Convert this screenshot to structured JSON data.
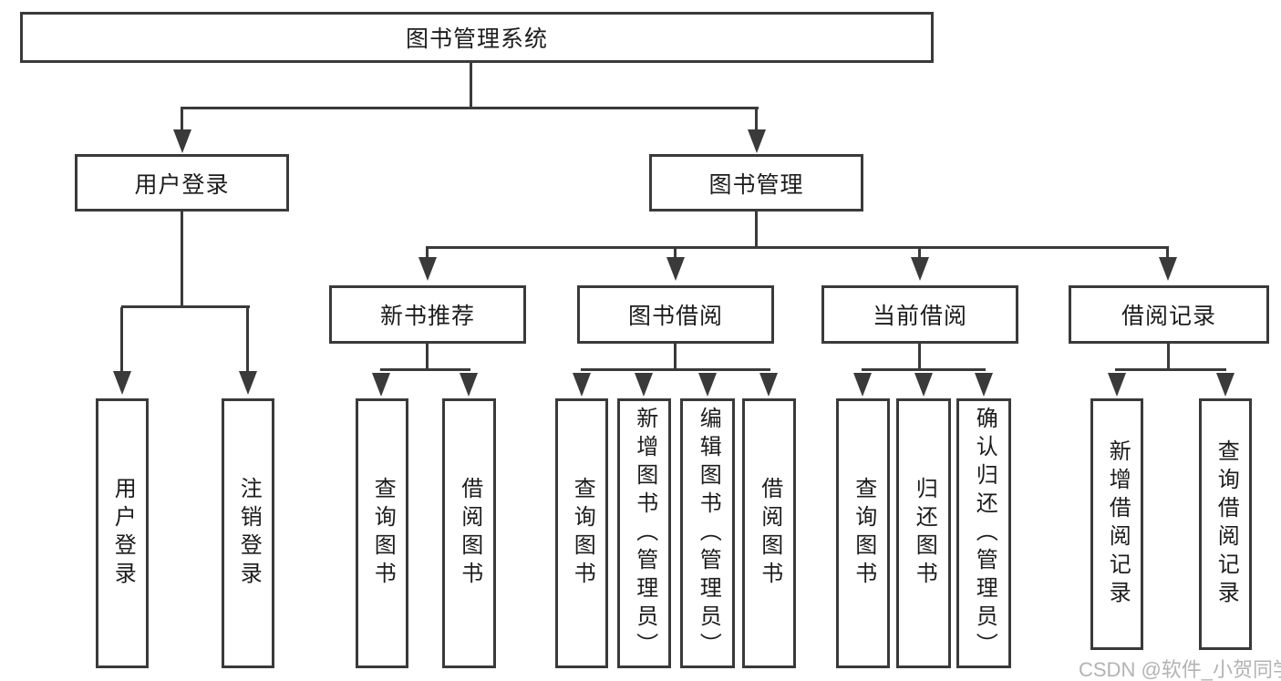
{
  "diagram": {
    "root": {
      "label": "图书管理系统"
    },
    "branches": [
      {
        "label": "用户登录",
        "children": [
          {
            "label": "用户登录"
          },
          {
            "label": "注销登录"
          }
        ]
      },
      {
        "label": "图书管理",
        "children": [
          {
            "label": "新书推荐",
            "children": [
              {
                "label": "查询图书"
              },
              {
                "label": "借阅图书"
              }
            ]
          },
          {
            "label": "图书借阅",
            "children": [
              {
                "label": "查询图书"
              },
              {
                "label": "新增图书（管理员）"
              },
              {
                "label": "编辑图书（管理员）"
              },
              {
                "label": "借阅图书"
              }
            ]
          },
          {
            "label": "当前借阅",
            "children": [
              {
                "label": "查询图书"
              },
              {
                "label": "归还图书"
              },
              {
                "label": "确认归还（管理员）"
              }
            ]
          },
          {
            "label": "借阅记录",
            "children": [
              {
                "label": "新增借阅记录"
              },
              {
                "label": "查询借阅记录"
              }
            ]
          }
        ]
      }
    ]
  },
  "watermark": {
    "text": "CSDN @软件_小贺同学"
  },
  "colors": {
    "line": "#3a3a3a",
    "text": "#1c1c1c",
    "watermark": "#b3b3b3",
    "background": "#ffffff"
  }
}
